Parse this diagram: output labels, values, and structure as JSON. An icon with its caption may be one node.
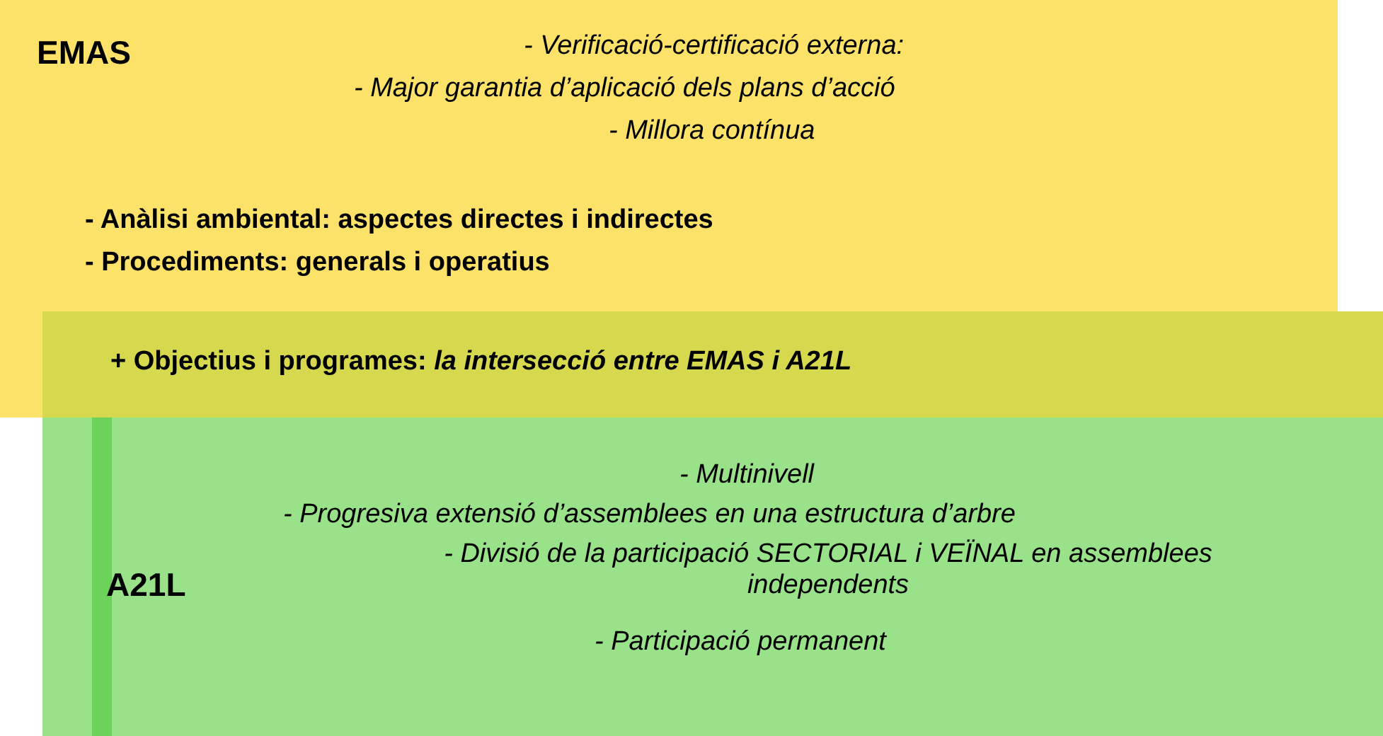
{
  "diagram": {
    "nodes": [
      {
        "text": [
          "EMAS",
          "- Verificació-certificació externa:",
          "- Major garantia d’aplicació dels plans d’acció",
          "- Millora contínua",
          "- Anàlisi ambiental: aspectes directes i indirectes",
          "- Procediments: generals i operatius"
        ]
      },
      {
        "text": [
          "A21L",
          "- Multinivell",
          "- Progresiva extensió d’assemblees en una estructura d’arbre",
          "- Divisió de la participació SECTORIAL i VEÏNAL en assemblees independents",
          "- Participació permanent"
        ]
      },
      {
        "text": [
          "+ Objectius i programes: *la intersecció entre EMAS i A21L*"
        ]
      }
    ]
  }
}
